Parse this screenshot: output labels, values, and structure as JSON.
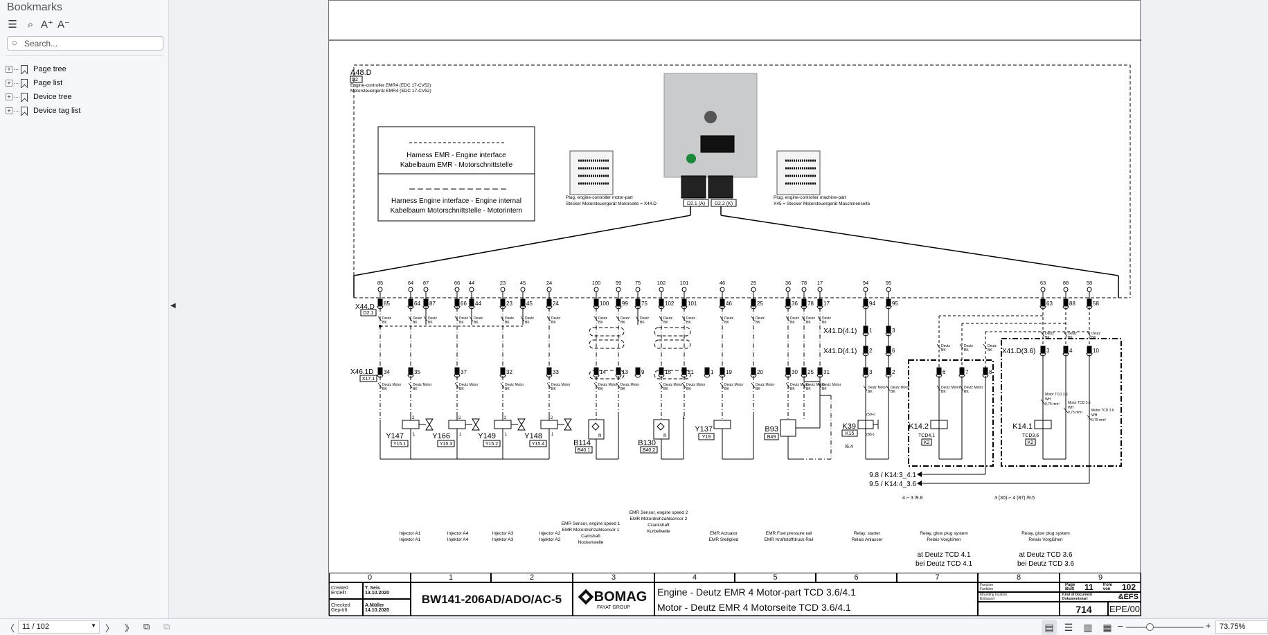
{
  "sidebar": {
    "title": "Bookmarks",
    "search_placeholder": "Search...",
    "items": [
      {
        "label": "Page tree"
      },
      {
        "label": "Page list"
      },
      {
        "label": "Device tree"
      },
      {
        "label": "Device tag list"
      }
    ]
  },
  "schematic": {
    "device": "A48.D",
    "device_ref": "D2",
    "device_desc_en": "Engine-controller EMR4 (EDC 17-CV52)",
    "device_desc_de": "Motorsteuergerät EMR4 (EDC 17-CV52)",
    "legend": {
      "line1_en": "Harness EMR - Engine interface",
      "line1_de": "Kabelbaum EMR - Motorschnittstelle",
      "line2_en": "Harness Engine interface - Engine internal",
      "line2_de": "Kabelbaum Motorschnittstelle - Motorintern"
    },
    "plug_left_en": "Plug, engine-controller motor-part",
    "plug_left_de": "Stecker Motorsteuergerät Motorseite = X44.D",
    "plug_right_en": "Plug, engine-controller machine-part",
    "plug_right_de": "X45 = Stecker Motorsteuergerät Maschinenseite",
    "ref_a": "D2.1 (A)",
    "ref_k": "D2.2 (K)",
    "x44_label": "X44.D",
    "x44_ref": "D2.1",
    "x46_label": "X46.1D",
    "x46_ref": "X17.1",
    "x41_label": "X41.D(4.1)",
    "x41_36_label": "X41.D(3.6)",
    "top_pins": [
      "85",
      "64",
      "87",
      "66",
      "44",
      "23",
      "45",
      "24",
      "100",
      "99",
      "75",
      "102",
      "101",
      "46",
      "25",
      "36",
      "78",
      "17",
      "94",
      "95",
      "63",
      "88",
      "58"
    ],
    "x46_pins": [
      "34",
      "35",
      "37",
      "32",
      "33",
      "14",
      "13",
      "9",
      "15",
      "21",
      "1",
      "19",
      "20",
      "30",
      "25",
      "31"
    ],
    "x41_row1": [
      "1",
      "3"
    ],
    "x41_row2": [
      "2",
      "6"
    ],
    "x41_row3": [
      "3",
      "2"
    ],
    "k142_pins": [
      "6",
      "7",
      "8"
    ],
    "x41_36_pins": [
      "3",
      "4",
      "10"
    ],
    "wire_deutz": "Deutz",
    "wire_bk": "BK",
    "wire_motor": "Deutz Motor",
    "wire_tcd": "Motor TCD 3.6",
    "wire_wh": "WH",
    "wire_mm": "0,75 mm²",
    "components": [
      {
        "tag": "Y147",
        "ref": "Y15.1"
      },
      {
        "tag": "Y166",
        "ref": "Y15.3"
      },
      {
        "tag": "Y149",
        "ref": "Y15.2"
      },
      {
        "tag": "Y148",
        "ref": "Y15.4"
      },
      {
        "tag": "B114",
        "ref": "B40.1"
      },
      {
        "tag": "B130",
        "ref": "B40.2"
      },
      {
        "tag": "Y137",
        "ref": "Y19"
      },
      {
        "tag": "B93",
        "ref": "B49"
      },
      {
        "tag": "K39",
        "ref": "K15"
      },
      {
        "tag": "K14.2",
        "ref": "K2",
        "sub": "TCD4,1"
      },
      {
        "tag": "K14.1",
        "ref": "K2",
        "sub": "TCD3,6"
      }
    ],
    "k39_plus": "(50+)",
    "k39_minus": "(85-)",
    "k39_xref": "/6.4",
    "xref1": "9.8 / K14:3_4.1",
    "xref2": "9.5 / K14:4_3.6",
    "contact1": "4 ⌐ 3 /9.8",
    "contact2": "3 (30) ⌐ 4 (87) /9.5",
    "descriptions": [
      {
        "lines": [
          "Injector A1",
          "Injektor A1"
        ]
      },
      {
        "lines": [
          "Injector A4",
          "Injektor A4"
        ]
      },
      {
        "lines": [
          "Injector A3",
          "Injektor A3"
        ]
      },
      {
        "lines": [
          "Injector A2",
          "Injektor A2"
        ]
      },
      {
        "lines": [
          "EMR Sensor, engine speed 1",
          "EMR Motordrehzahlsensor 1",
          "Camshaft",
          "Nockenwelle"
        ]
      },
      {
        "lines": [
          "EMR Sensor, engine speed 2",
          "EMR Motordrehzahlsensor 2",
          "Crankshaft",
          "Kurbelwelle"
        ]
      },
      {
        "lines": [
          "EMR Actuator",
          "EMR Stellglied"
        ]
      },
      {
        "lines": [
          "EMR Fuel pressure rail",
          "EMR Kraftstoffdruck Rail"
        ]
      },
      {
        "lines": [
          "Relay, starter",
          "Relais Anlasser"
        ]
      },
      {
        "lines": [
          "Relay, glow plug system",
          "Relais Vorglühen",
          "at Deutz TCD 4.1",
          "bei Deutz TCD 4.1"
        ]
      },
      {
        "lines": [
          "Relay, glow plug system",
          "Relais Vorglühen",
          "at Deutz TCD 3.6",
          "bei Deutz TCD 3.6"
        ]
      }
    ]
  },
  "title_block": {
    "columns": [
      "0",
      "1",
      "2",
      "3",
      "4",
      "5",
      "6",
      "7",
      "8",
      "9"
    ],
    "created_label": "Created",
    "created_label_de": "Erstellt",
    "created_by": "T. Seis",
    "created_date": "13.10.2020",
    "checked_label": "Checked",
    "checked_label_de": "Geprüft",
    "checked_by": "A.Müller",
    "checked_date": "14.10.2020",
    "machine": "BW141-206AD/ADO/AC-5",
    "brand": "BOMAG",
    "brand_sub": "FAYAT GROUP",
    "title_en": "Engine - Deutz EMR 4 Motor-part TCD 3.6/4.1",
    "title_de": "Motor - Deutz EMR 4 Motorseite TCD 3.6/4.1",
    "function_label": "Function",
    "function_label_de": "Funktion",
    "mounting_label": "Mounting location",
    "mounting_label_de": "Einbauort",
    "page_label": "Page",
    "page_label_de": "Blatt",
    "page": "11",
    "from_label": "from",
    "from_label_de": "von",
    "total": "102",
    "kind_label": "Kind of Document",
    "kind_label_de": "Dokumentenart",
    "kind": "&EFS",
    "doc_no": "714",
    "doc_code": "EPE/00"
  },
  "bottombar": {
    "page_value": "11 / 102",
    "zoom": "73.75%",
    "zoom_level": 0.3
  }
}
